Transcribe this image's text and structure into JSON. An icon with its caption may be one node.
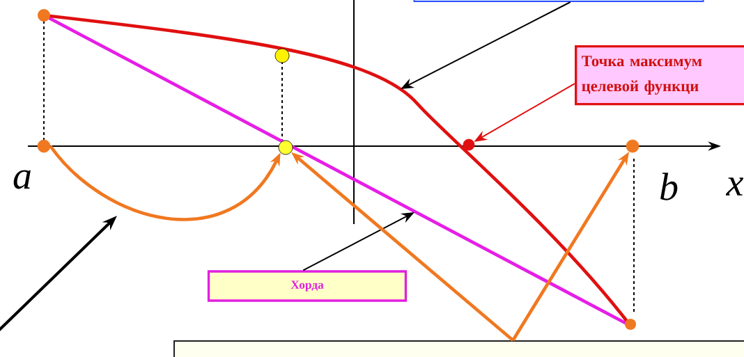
{
  "diagram": {
    "nodes": [
      {
        "text": [],
        "shape": "box"
      },
      {
        "text": [
          "Точка максимум целевой функци"
        ]
      },
      {
        "text": [],
        "shape": "circle"
      },
      {
        "text": [],
        "shape": "circle"
      },
      {
        "text": [],
        "shape": "circle"
      },
      {
        "text": [],
        "shape": "circle"
      },
      {
        "text": [
          "Хорда"
        ]
      },
      {
        "text": [],
        "shape": "box"
      }
    ],
    "edges": [
      {
        "from": 0,
        "to": null,
        "arrow": "to",
        "color": "#000000"
      },
      {
        "from": 1,
        "to": 4,
        "arrow": "to",
        "color": "#e01010"
      },
      {
        "from": 2,
        "to": 3,
        "arrow": "to",
        "style": "thick",
        "color": "#f07820"
      },
      {
        "from": 6,
        "to": null,
        "arrow": "to",
        "color": "#000000"
      },
      {
        "from": 7,
        "to": 3,
        "arrow": "to",
        "style": "thick",
        "color": "#f07820"
      },
      {
        "from": 7,
        "to": 5,
        "arrow": "to",
        "style": "thick",
        "color": "#f07820"
      }
    ],
    "labels": [
      "a",
      "b",
      "x"
    ]
  }
}
